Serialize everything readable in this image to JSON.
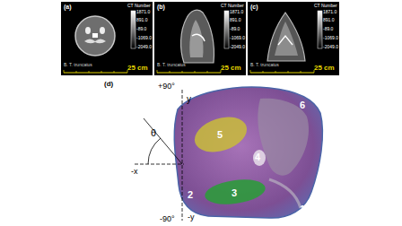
{
  "diagram": {
    "labels": [
      "(a)",
      "CT Number",
      "1871.0",
      "891.0",
      "-89.0",
      "-1069.0",
      "-2049.0",
      "B. T. truncatus",
      "25 cm",
      "(b)",
      "CT Number",
      "1871.0",
      "891.0",
      "-89.0",
      "-1069.0",
      "-2049.0",
      "B. T. truncatus",
      "25 cm",
      "(c)",
      "CT Number",
      "1871.0",
      "891.0",
      "-89.0",
      "-1069.0",
      "-2049.0",
      "B. T. truncatus",
      "25 cm",
      "(d)",
      "+90°",
      "y",
      "θ",
      "-x",
      "-90°",
      "-y",
      "1",
      "2",
      "3",
      "4",
      "5",
      "6"
    ]
  }
}
